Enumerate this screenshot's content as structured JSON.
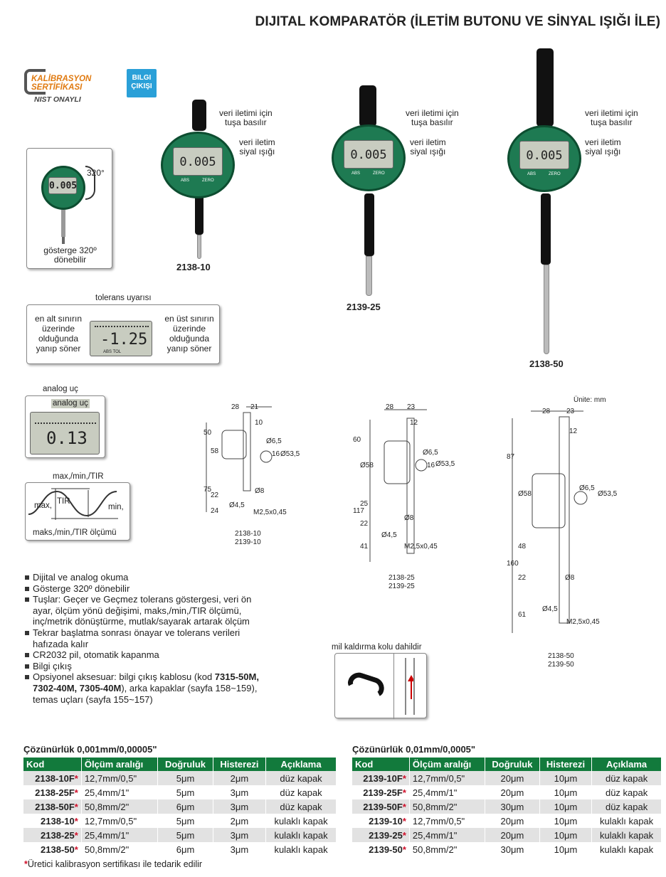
{
  "title": "DIJITAL KOMPARATÖR (İLETİM BUTONU VE SİNYAL IŞIĞI İLE)",
  "badges": {
    "calib_line1": "KALİBRASYON",
    "calib_line2": "SERTİFİKASI",
    "calib_line3": "NIST ONAYLI",
    "data_line1": "BILGI",
    "data_line2": "ÇIKIŞI"
  },
  "rotate_box": {
    "angle": "320°",
    "caption_line1": "gösterge 320º",
    "caption_line2": "dönebilir",
    "lcd": "0.005"
  },
  "tolerance": {
    "title": "tolerans uyarısı",
    "left": [
      "en alt sınırın",
      "üzerinde",
      "olduğunda",
      "yanıp söner"
    ],
    "right": [
      "en üst sınırın",
      "üzerinde",
      "olduğunda",
      "yanıp söner"
    ],
    "lcd": "-1.25",
    "lcd_labels": "ABS  TOL"
  },
  "analog": {
    "outer_label": "analog uç",
    "inner_label": "analog uç",
    "lcd": "0.13"
  },
  "maxmin": {
    "title": "max,/min,/TIR",
    "max": "max,",
    "tir": "TIR",
    "min": "min,",
    "caption": "maks,/min,/TIR ölçümü"
  },
  "callouts": {
    "button": [
      "veri iletimi için",
      "tuşa basılır"
    ],
    "light": [
      "veri iletim",
      "siyal ışığı"
    ]
  },
  "gauge_lcd": "0.005",
  "gauge_btns": [
    "ABS",
    "ZERO"
  ],
  "models": [
    "2138-10",
    "2139-25",
    "2138-50"
  ],
  "drawings": {
    "unit": "Ünite: mm",
    "d1": {
      "dims": [
        "28",
        "21",
        "10",
        "50",
        "58",
        "Ø6,5",
        "16",
        "Ø53,5",
        "75",
        "22",
        "24",
        "Ø8",
        "Ø4,5",
        "M2,5x0,45"
      ],
      "labels": [
        "2138-10",
        "2139-10"
      ]
    },
    "d2": {
      "dims": [
        "28",
        "23",
        "12",
        "60",
        "Ø58",
        "Ø6,5",
        "16",
        "Ø53,5",
        "117",
        "25",
        "22",
        "Ø8",
        "Ø4,5",
        "41",
        "M2,5x0,45"
      ],
      "labels": [
        "2138-25",
        "2139-25"
      ]
    },
    "d3": {
      "dims": [
        "28",
        "23",
        "12",
        "87",
        "Ø58",
        "Ø6,5",
        "Ø53,5",
        "160",
        "48",
        "22",
        "Ø8",
        "Ø4,5",
        "61",
        "M2,5x0,45"
      ],
      "labels": [
        "2138-50",
        "2139-50"
      ]
    }
  },
  "features": [
    "Dijital ve analog okuma",
    "Gösterge 320º dönebilir",
    "Tuşlar: Geçer ve Geçmez tolerans göstergesi, veri ön ayar, ölçüm yönü değişimi, maks,/min,/TIR ölçümü, inç/metrik dönüştürme, mutlak/sayarak artarak ölçüm",
    "Tekrar başlatma sonrası önayar ve tolerans verileri hafızada kalır",
    "CR2032 pil, otomatik kapanma",
    "Bilgi çıkış"
  ],
  "accessory": {
    "prefix": "Opsiyonel aksesuar: bilgi çıkış kablosu (kod ",
    "codes": "7315-50M, 7302-40M, 7305-40M",
    "suffix": "), arka kapaklar (sayfa 158~159), temas uçları (sayfa 155~157)"
  },
  "lifter": {
    "label": "mil kaldırma kolu dahildir"
  },
  "table1": {
    "title": "Çözünürlük 0,001mm/0,00005\"",
    "headers": [
      "Kod",
      "Ölçüm aralığı",
      "Doğruluk",
      "Histerezi",
      "Açıklama"
    ],
    "rows": [
      [
        "2138-10F",
        "12,7mm/0,5\"",
        "5μm",
        "2μm",
        "düz kapak"
      ],
      [
        "2138-25F",
        "25,4mm/1\"",
        "5μm",
        "3μm",
        "düz kapak"
      ],
      [
        "2138-50F",
        "50,8mm/2\"",
        "6μm",
        "3μm",
        "düz kapak"
      ],
      [
        "2138-10",
        "12,7mm/0,5\"",
        "5μm",
        "2μm",
        "kulaklı kapak"
      ],
      [
        "2138-25",
        "25,4mm/1\"",
        "5μm",
        "3μm",
        "kulaklı kapak"
      ],
      [
        "2138-50",
        "50,8mm/2\"",
        "6μm",
        "3μm",
        "kulaklı kapak"
      ]
    ]
  },
  "table2": {
    "title": "Çözünürlük 0,01mm/0,0005\"",
    "headers": [
      "Kod",
      "Ölçüm aralığı",
      "Doğruluk",
      "Histerezi",
      "Açıklama"
    ],
    "rows": [
      [
        "2139-10F",
        "12,7mm/0,5\"",
        "20μm",
        "10μm",
        "düz kapak"
      ],
      [
        "2139-25F",
        "25,4mm/1\"",
        "20μm",
        "10μm",
        "düz kapak"
      ],
      [
        "2139-50F",
        "50,8mm/2\"",
        "30μm",
        "10μm",
        "düz kapak"
      ],
      [
        "2139-10",
        "12,7mm/0,5\"",
        "20μm",
        "10μm",
        "kulaklı kapak"
      ],
      [
        "2139-25",
        "25,4mm/1\"",
        "20μm",
        "10μm",
        "kulaklı kapak"
      ],
      [
        "2139-50",
        "50,8mm/2\"",
        "30μm",
        "10μm",
        "kulaklı kapak"
      ]
    ]
  },
  "star": "*",
  "footnote": "Üretici kalibrasyon sertifikası ile tedarik edilir"
}
